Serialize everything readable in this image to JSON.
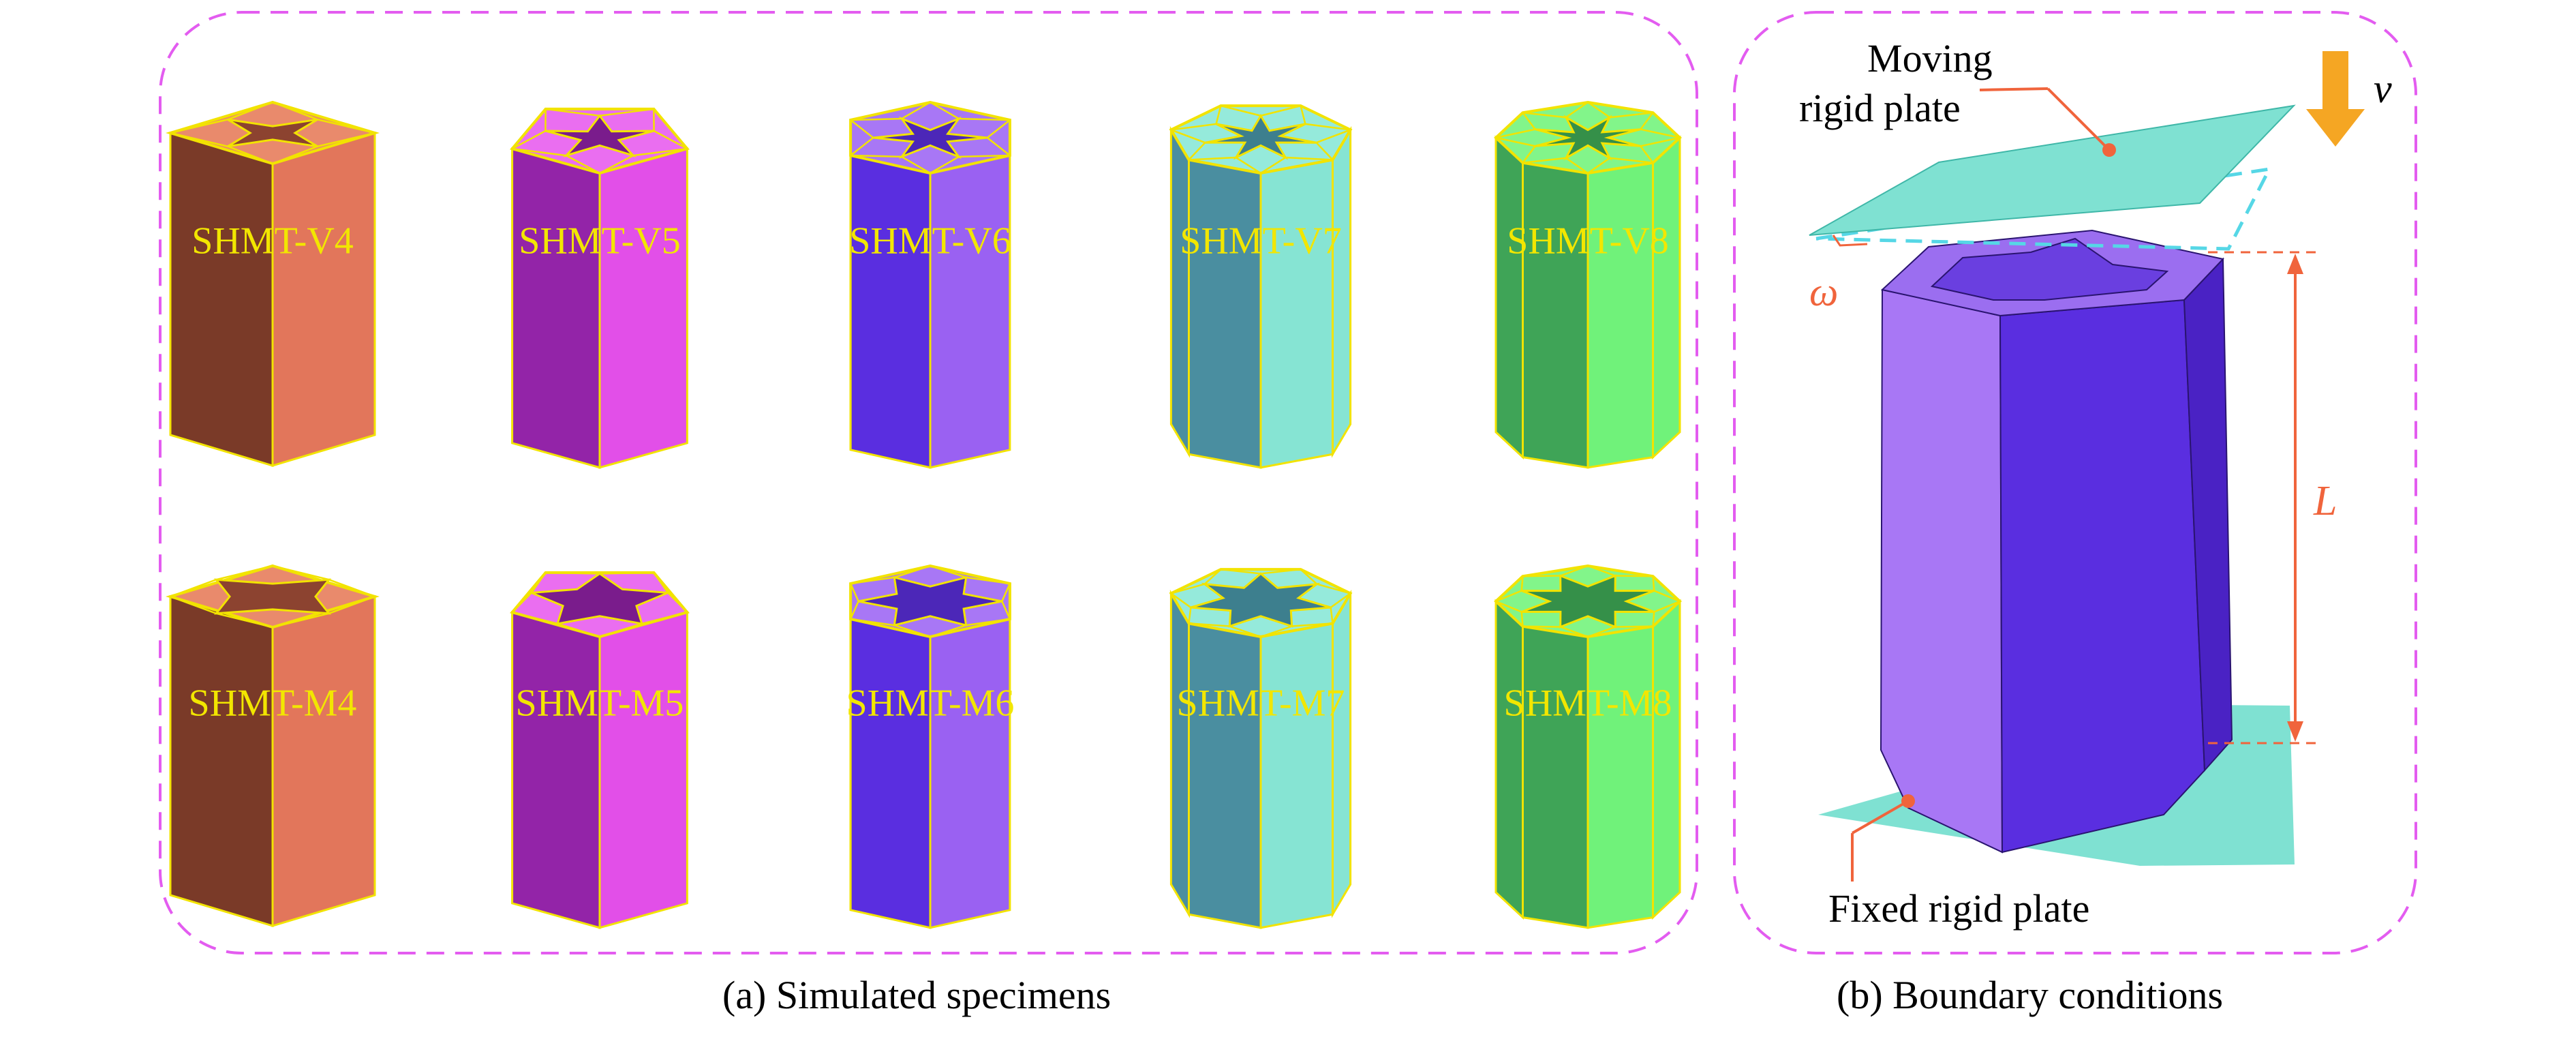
{
  "panel_a": {
    "caption": "(a) Simulated specimens",
    "specimens_top": [
      {
        "label": "SHMT-V4",
        "sides": 4,
        "face_light": "#e2765b",
        "face_dark": "#7a3a28",
        "top_fill": "#e98a6c",
        "inner_dark": "#8c4330"
      },
      {
        "label": "SHMT-V5",
        "sides": 5,
        "face_light": "#e24fe8",
        "face_dark": "#9324a8",
        "top_fill": "#ea6ef0",
        "inner_dark": "#7a1c8c"
      },
      {
        "label": "SHMT-V6",
        "sides": 6,
        "face_light": "#9a61f2",
        "face_dark": "#5a2ee0",
        "top_fill": "#a877f5",
        "inner_dark": "#4c27b8"
      },
      {
        "label": "SHMT-V7",
        "sides": 7,
        "face_light": "#86e4d3",
        "face_dark": "#4a8ea0",
        "top_fill": "#95eadb",
        "inner_dark": "#3d7f8e"
      },
      {
        "label": "SHMT-V8",
        "sides": 8,
        "face_light": "#70f27a",
        "face_dark": "#3fa457",
        "top_fill": "#82f58a",
        "inner_dark": "#359049"
      }
    ],
    "specimens_bottom": [
      {
        "label": "SHMT-M4",
        "sides": 4,
        "face_light": "#e2765b",
        "face_dark": "#7a3a28",
        "top_fill": "#e98a6c",
        "inner_dark": "#8c4330"
      },
      {
        "label": "SHMT-M5",
        "sides": 5,
        "face_light": "#e24fe8",
        "face_dark": "#9324a8",
        "top_fill": "#ea6ef0",
        "inner_dark": "#7a1c8c"
      },
      {
        "label": "SHMT-M6",
        "sides": 6,
        "face_light": "#9a61f2",
        "face_dark": "#5a2ee0",
        "top_fill": "#a877f5",
        "inner_dark": "#4c27b8"
      },
      {
        "label": "SHMT-M7",
        "sides": 7,
        "face_light": "#86e4d3",
        "face_dark": "#4a8ea0",
        "top_fill": "#95eadb",
        "inner_dark": "#3d7f8e"
      },
      {
        "label": "SHMT-M8",
        "sides": 8,
        "face_light": "#70f27a",
        "face_dark": "#3fa457",
        "top_fill": "#82f58a",
        "inner_dark": "#359049"
      }
    ],
    "edge_color": "#f2e300",
    "label_color": "#f2e600"
  },
  "panel_b": {
    "caption": "(b) Boundary conditions",
    "moving_plate_label": [
      "Moving",
      "rigid plate"
    ],
    "fixed_plate_label": "Fixed rigid plate",
    "velocity_symbol": "v",
    "length_symbol": "L",
    "angle_symbol": "ω",
    "plate_color": "#7fe1d2",
    "tube_light": "#a877f5",
    "tube_dark": "#5a2ee0",
    "annotation_color": "#f0643c",
    "arrow_color": "#f5a623"
  },
  "frame_color": "#e35cf0"
}
